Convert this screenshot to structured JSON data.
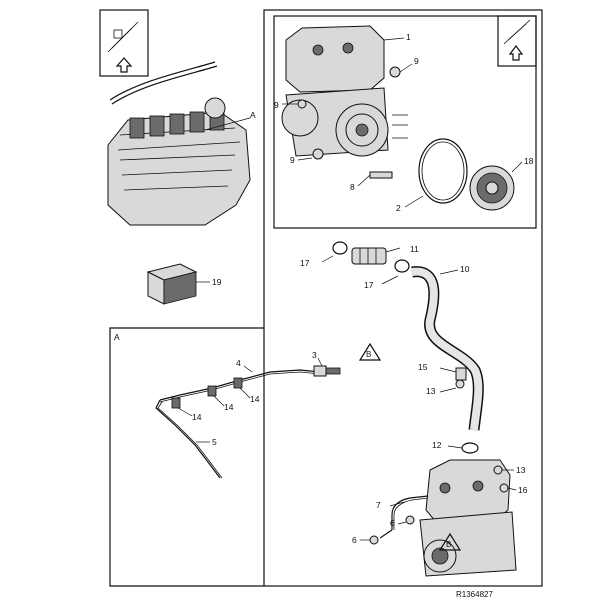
{
  "diagram": {
    "reference": "R1364827",
    "section_label": "A",
    "detail_marker": "B",
    "callouts": [
      "1",
      "2",
      "3",
      "4",
      "5",
      "6",
      "7",
      "8",
      "9",
      "9",
      "9",
      "10",
      "11",
      "12",
      "13",
      "13",
      "14",
      "14",
      "14",
      "15",
      "16",
      "17",
      "17",
      "18",
      "19"
    ]
  }
}
